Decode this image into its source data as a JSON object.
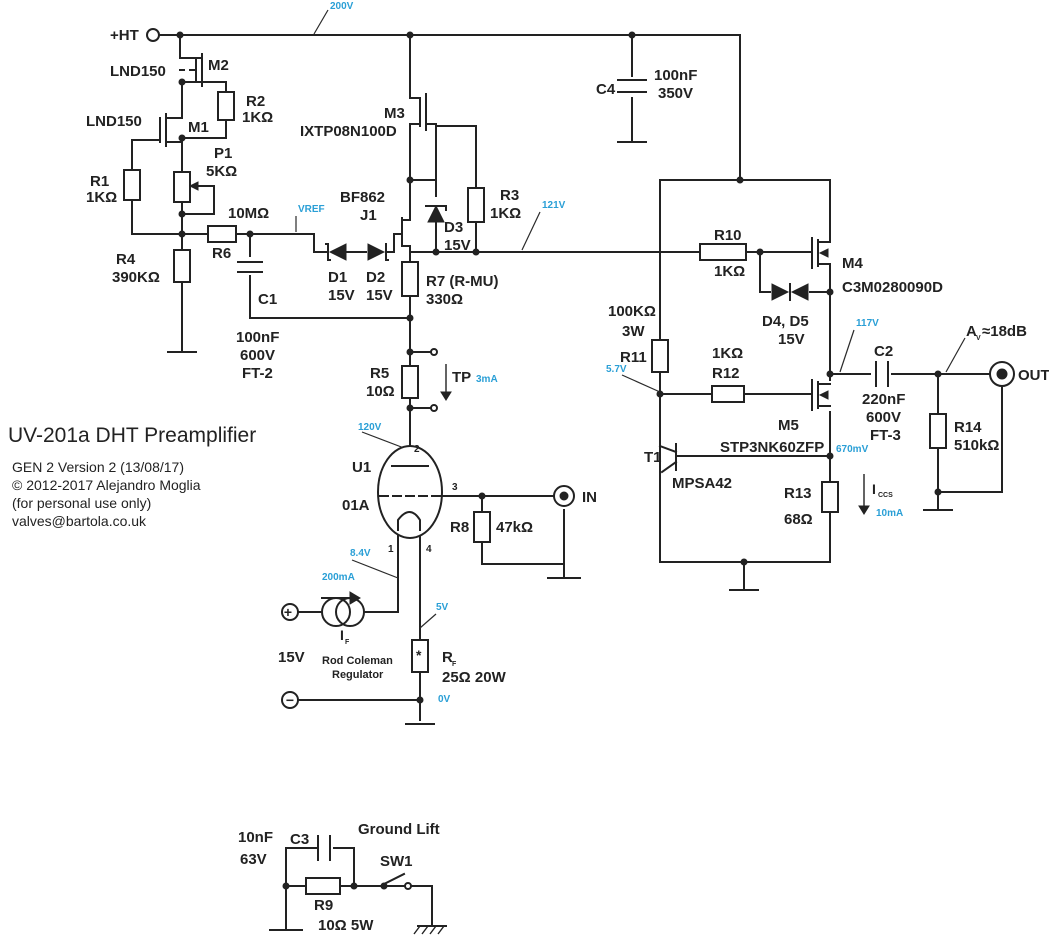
{
  "title": "UV-201a DHT Preamplifier",
  "info": [
    "GEN 2 Version 2 (13/08/17)",
    "© 2012-2017 Alejandro Moglia",
    "(for personal use only)",
    "valves@bartola.co.uk"
  ],
  "rails": {
    "hv": "+HT",
    "plus": "+",
    "minus": "−",
    "filament_v": "15V"
  },
  "voltages": {
    "ht": "200V",
    "vref": "VREF",
    "n121": "121V",
    "n117": "117V",
    "n57": "5.7V",
    "n120": "120V",
    "n84": "8.4V",
    "n5": "5V",
    "n0": "0V",
    "n670": "670mV",
    "ccs": "10mA",
    "tp": "3mA",
    "fil": "200mA"
  },
  "components": {
    "m2": {
      "name": "M2",
      "value": "LND150"
    },
    "m1": {
      "name": "M1",
      "value": "LND150"
    },
    "r2": {
      "name": "R2",
      "value": "1KΩ"
    },
    "p1": {
      "name": "P1",
      "value": "5KΩ"
    },
    "r1": {
      "name": "R1",
      "value": "1KΩ"
    },
    "r6": {
      "name": "R6",
      "value": "10MΩ"
    },
    "r4": {
      "name": "R4",
      "value": "390KΩ"
    },
    "c1": {
      "name": "C1",
      "value": "100nF",
      "rating": "600V",
      "type": "FT-2"
    },
    "m3": {
      "name": "M3",
      "value": "IXTP08N100D"
    },
    "j1": {
      "name": "J1",
      "value": "BF862"
    },
    "d1": {
      "name": "D1",
      "value": "15V"
    },
    "d2": {
      "name": "D2",
      "value": "15V"
    },
    "d3": {
      "name": "D3",
      "value": "15V"
    },
    "r3": {
      "name": "R3",
      "value": "1KΩ"
    },
    "r7": {
      "name": "R7 (R-MU)",
      "value": "330Ω"
    },
    "r5": {
      "name": "R5",
      "value": "10Ω"
    },
    "tp": {
      "name": "TP"
    },
    "u1": {
      "name": "U1",
      "value": "01A",
      "pins": [
        "2",
        "3",
        "1",
        "4"
      ]
    },
    "r8": {
      "name": "R8",
      "value": "47kΩ"
    },
    "in": {
      "name": "IN"
    },
    "if": {
      "name": "I",
      "sub": "F"
    },
    "reg": {
      "line1": "Rod Coleman",
      "line2": "Regulator"
    },
    "rf": {
      "name": "R",
      "sub": "F",
      "value": "25Ω 20W",
      "mark": "*"
    },
    "c4": {
      "name": "C4",
      "value": "100nF",
      "rating": "350V"
    },
    "r10": {
      "name": "R10",
      "value": "1KΩ"
    },
    "m4": {
      "name": "M4",
      "value": "C3M0280090D"
    },
    "d45": {
      "name": "D4, D5",
      "value": "15V"
    },
    "r11": {
      "name": "R11",
      "value": "100KΩ",
      "power": "3W"
    },
    "r12": {
      "name": "R12",
      "value": "1KΩ"
    },
    "m5": {
      "name": "M5",
      "value": "STP3NK60ZFP"
    },
    "t1": {
      "name": "T1",
      "value": "MPSA42"
    },
    "r13": {
      "name": "R13",
      "value": "68Ω"
    },
    "iccs": {
      "name": "I",
      "sub": "CCS"
    },
    "c2": {
      "name": "C2",
      "value": "220nF",
      "rating": "600V",
      "type": "FT-3"
    },
    "r14": {
      "name": "R14",
      "value": "510kΩ"
    },
    "gain": {
      "pre": "A",
      "sub": "V",
      "post": "≈18dB"
    },
    "out": {
      "name": "OUT"
    },
    "c3": {
      "name": "C3",
      "value": "10nF",
      "rating": "63V"
    },
    "r9": {
      "name": "R9",
      "value": "10Ω 5W"
    },
    "sw1": {
      "name": "SW1",
      "label": "Ground Lift"
    }
  }
}
